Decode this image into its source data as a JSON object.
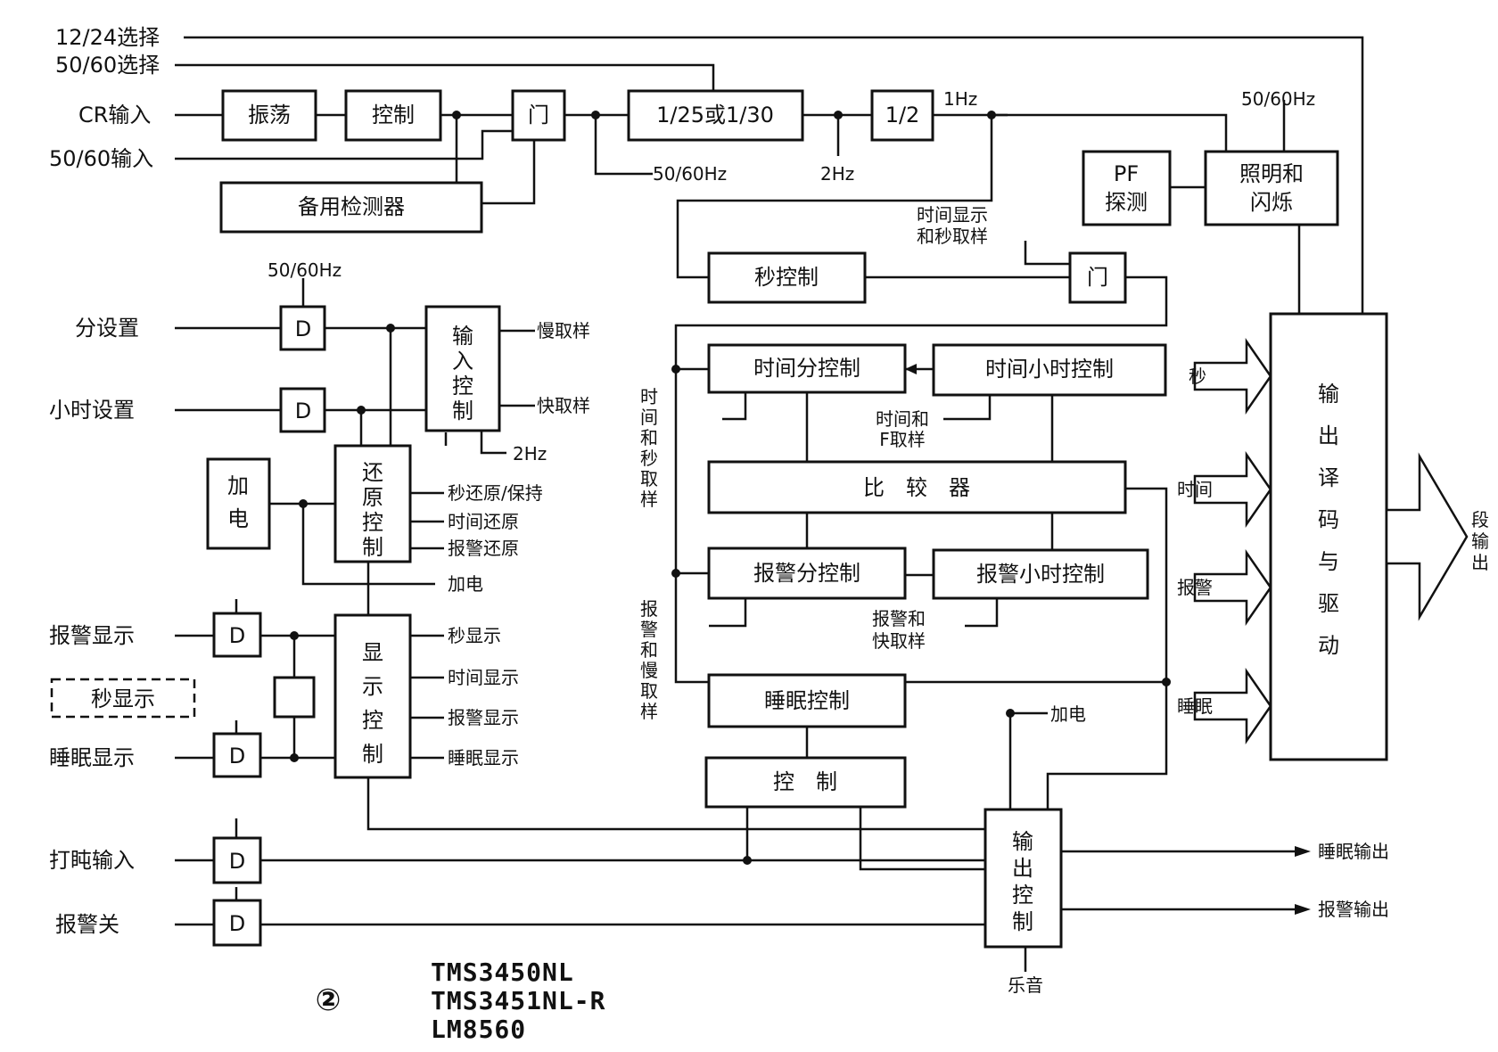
{
  "inputs": {
    "sel_1224": "12/24选择",
    "sel_5060": "50/60选择",
    "cr_input": "CR输入",
    "in_5060": "50/60输入",
    "min_set": "分设置",
    "hour_set": "小时设置",
    "alarm_disp": "报警显示",
    "sec_disp": "秒显示",
    "sleep_disp": "睡眠显示",
    "snooze_in": "打盹输入",
    "alarm_off": "报警关"
  },
  "blocks": {
    "osc": "振荡",
    "ctrl1": "控制",
    "gate1": "门",
    "div": "1/25或1/30",
    "half": "1/2",
    "standby": "备用检测器",
    "pf": [
      "PF",
      "探测"
    ],
    "illum": [
      "照明和",
      "闪烁"
    ],
    "sec_ctrl": "秒控制",
    "gate2": "门",
    "in_ctrl": [
      "输",
      "入",
      "控",
      "制"
    ],
    "reset_ctrl": [
      "还",
      "原",
      "控",
      "制"
    ],
    "power": [
      "加",
      "电"
    ],
    "disp_ctrl": [
      "显",
      "示",
      "控",
      "制"
    ],
    "d": "D",
    "t_min": "时间分控制",
    "t_hour": "时间小时控制",
    "cmp": "比　较　器",
    "a_min": "报警分控制",
    "a_hour": "报警小时控制",
    "sleep_ctrl": "睡眠控制",
    "ctrl2": "控　制",
    "out_ctrl": [
      "输",
      "出",
      "控",
      "制"
    ],
    "decoder": [
      "输",
      "出",
      "译",
      "码",
      "与",
      "驱",
      "动"
    ]
  },
  "labels": {
    "hz_5060_a": "50/60Hz",
    "hz_2_a": "2Hz",
    "hz_1": "1Hz",
    "hz_5060_b": "50/60Hz",
    "hz_5060_c": "50/60Hz",
    "time_disp_sec": [
      "时间显示",
      "和秒取样"
    ],
    "slow_sample": "慢取样",
    "fast_sample": "快取样",
    "hz_2_b": "2Hz",
    "sec_reset": "秒还原/保持",
    "time_reset": "时间还原",
    "alarm_reset": "报警还原",
    "power_on_1": "加电",
    "sec_disp_out": "秒显示",
    "time_disp_out": "时间显示",
    "alarm_disp_out": "报警显示",
    "sleep_disp_out": "睡眠显示",
    "time_sec_sample": [
      "时",
      "间",
      "和",
      "秒",
      "取",
      "样"
    ],
    "alarm_slow_sample": [
      "报",
      "警",
      "和",
      "慢",
      "取",
      "样"
    ],
    "time_f_sample": [
      "时间和",
      "F取样"
    ],
    "alarm_fast_sample": [
      "报警和",
      "快取样"
    ],
    "power_on_2": "加电",
    "music": "乐音",
    "sleep_out": "睡眠输出",
    "alarm_out": "报警输出",
    "bus_sec": "秒",
    "bus_time": "时间",
    "bus_alarm": "报警",
    "bus_sleep": "睡眠",
    "seg_out": [
      "段",
      "输",
      "出"
    ]
  },
  "caption": {
    "figure_no": "②",
    "chips": [
      "TMS3450NL",
      "TMS3451NL-R",
      "LM8560"
    ]
  }
}
